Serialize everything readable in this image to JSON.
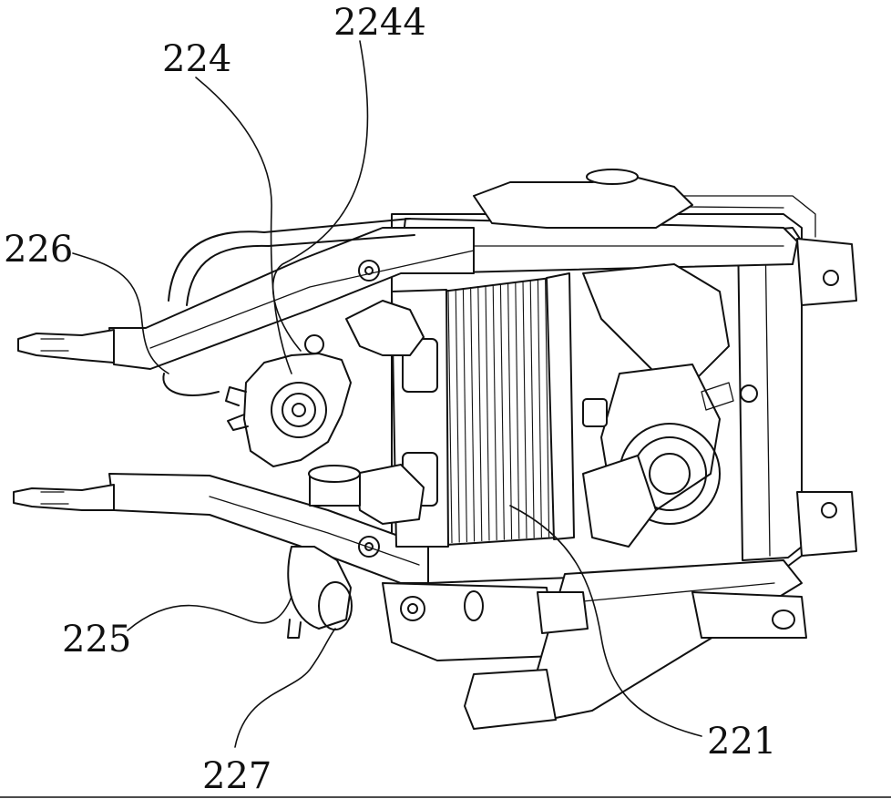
{
  "figure": {
    "callouts": [
      {
        "id": "c2244",
        "label": "2244"
      },
      {
        "id": "c224",
        "label": "224"
      },
      {
        "id": "c226",
        "label": "226"
      },
      {
        "id": "c225",
        "label": "225"
      },
      {
        "id": "c227",
        "label": "227"
      },
      {
        "id": "c221",
        "label": "221"
      }
    ]
  }
}
